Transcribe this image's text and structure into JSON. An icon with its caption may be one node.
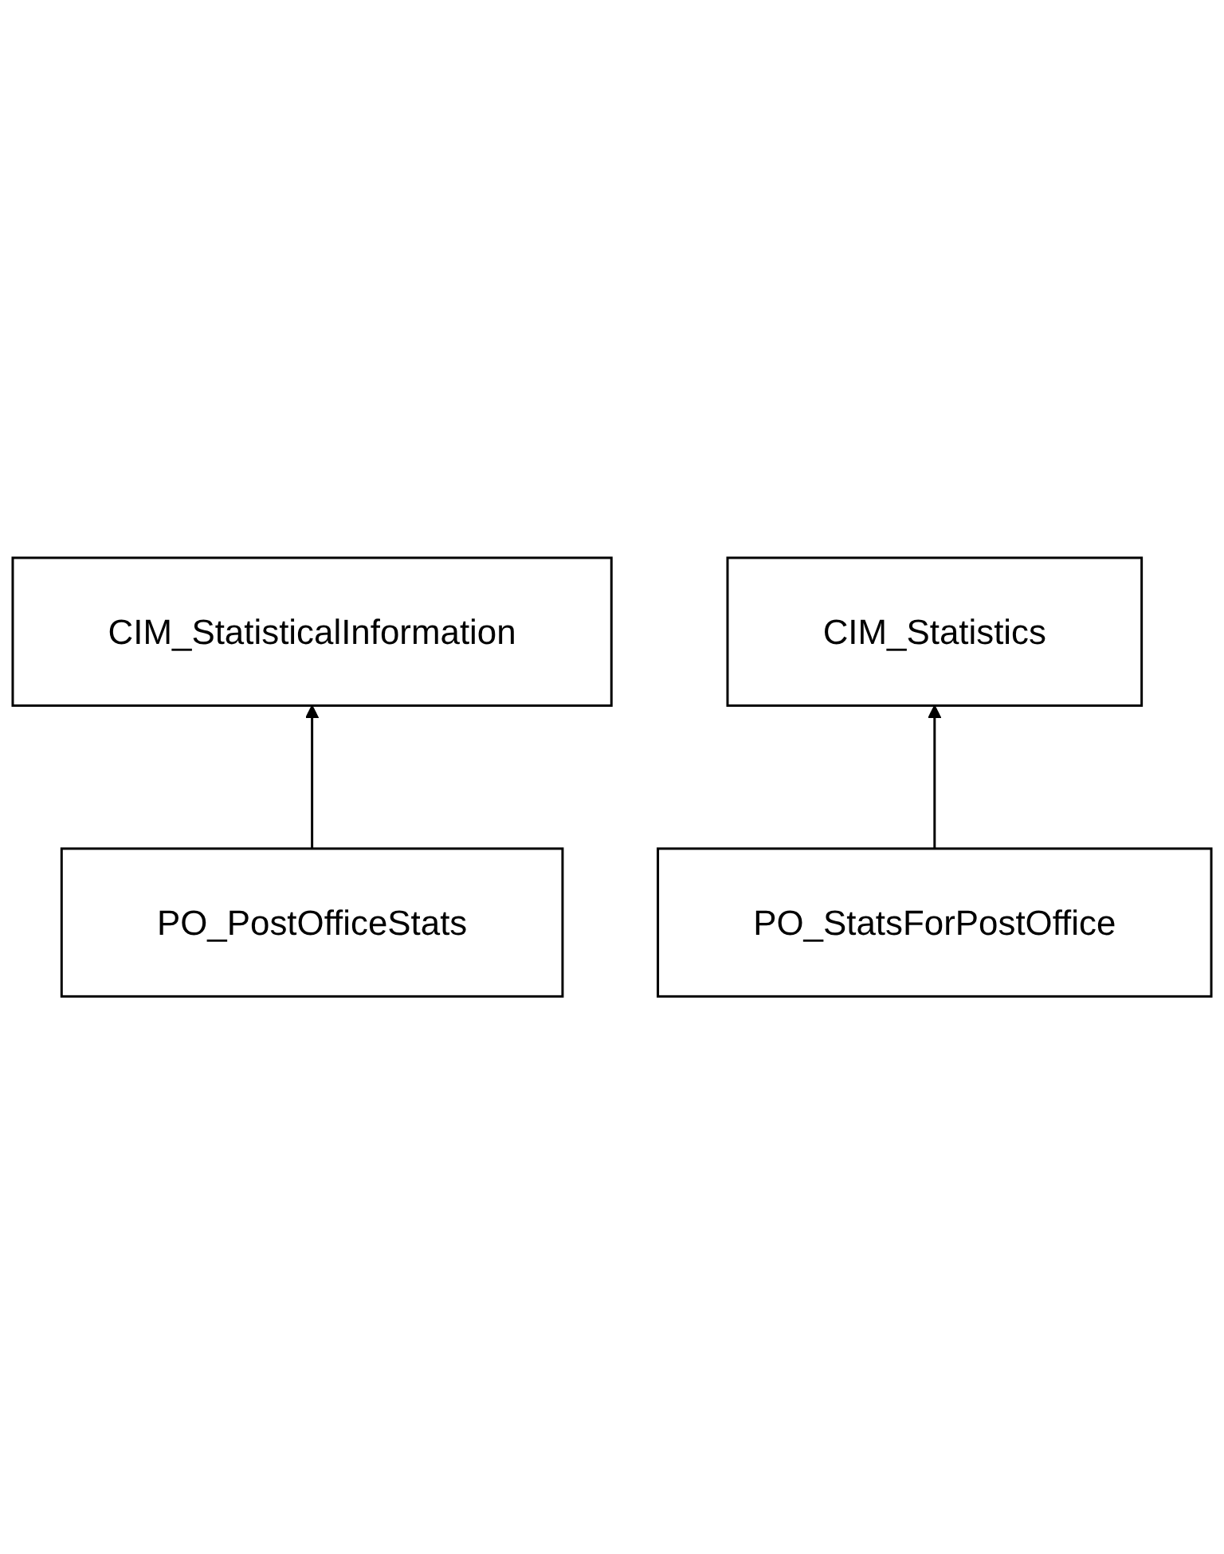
{
  "diagram": {
    "nodes": [
      {
        "text": [
          "CIM_StatisticalInformation"
        ]
      },
      {
        "text": [
          "PO_PostOfficeStats"
        ]
      },
      {
        "text": [
          "CIM_Statistics"
        ]
      },
      {
        "text": [
          "PO_StatsForPostOffice"
        ]
      }
    ],
    "edges": [
      {
        "from": 1,
        "to": 0,
        "arrow": "to"
      },
      {
        "from": 3,
        "to": 2,
        "arrow": "to"
      }
    ]
  }
}
